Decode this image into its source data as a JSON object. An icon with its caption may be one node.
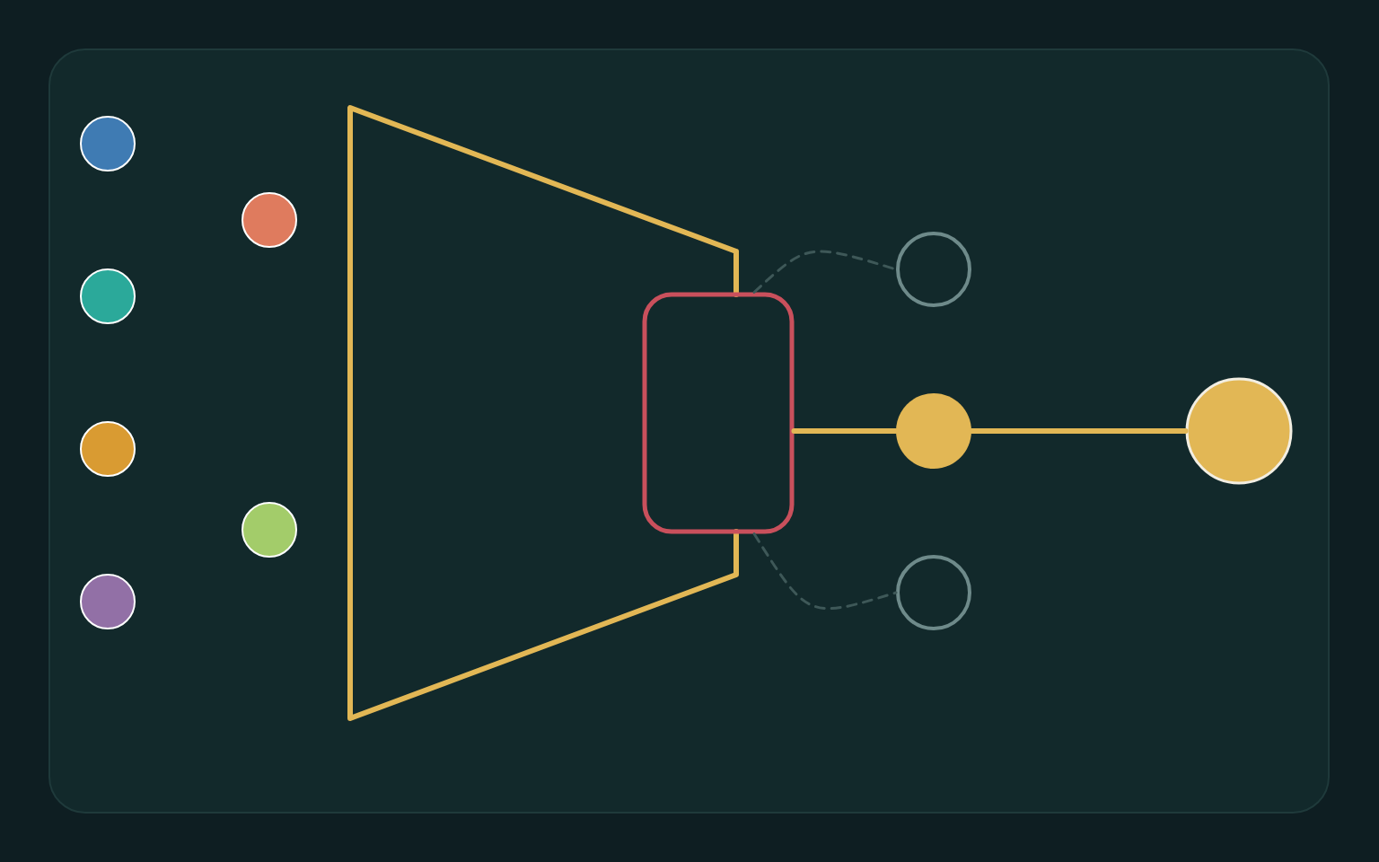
{
  "diagram": {
    "nodes": [
      {
        "text": [],
        "shape": "circle"
      },
      {
        "text": [],
        "shape": "circle"
      },
      {
        "text": [],
        "shape": "circle"
      },
      {
        "text": [],
        "shape": "circle"
      },
      {
        "text": [],
        "shape": "circle"
      },
      {
        "text": [],
        "shape": "circle"
      },
      {
        "text": [],
        "shape": "trapezoid"
      },
      {
        "text": [],
        "shape": "box"
      },
      {
        "text": [],
        "shape": "circle"
      },
      {
        "text": [],
        "shape": "circle"
      },
      {
        "text": [],
        "shape": "circle"
      },
      {
        "text": [],
        "shape": "circle"
      }
    ],
    "edges": [
      {
        "from": 7,
        "to": 8,
        "arrow": "none",
        "style": "dashed",
        "color": "#3e5858"
      },
      {
        "from": 7,
        "to": 9,
        "arrow": "none",
        "style": "thick",
        "color": "#e2b755"
      },
      {
        "from": 9,
        "to": 11,
        "arrow": "none",
        "style": "thick",
        "color": "#e2b755"
      },
      {
        "from": 7,
        "to": 10,
        "arrow": "none",
        "style": "dashed",
        "color": "#3e5858"
      }
    ]
  }
}
